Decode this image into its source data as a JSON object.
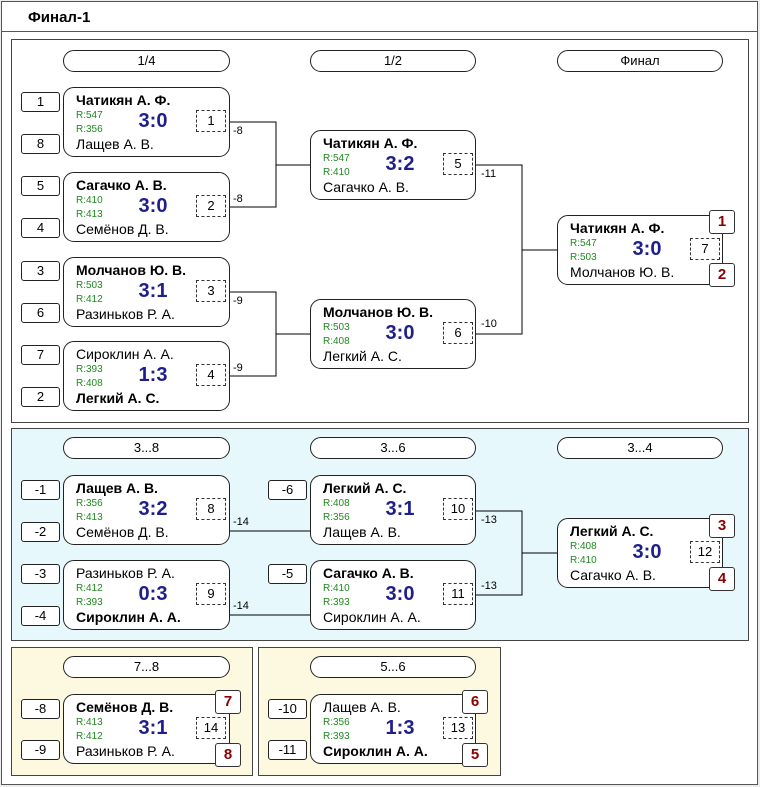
{
  "page": {
    "title": "Финал-1"
  },
  "stages": {
    "r1": "1/4",
    "r2": "1/2",
    "r3": "Финал",
    "c1": "3...8",
    "c2": "3...6",
    "c3": "3...4",
    "p78": "7...8",
    "p56": "5...6"
  },
  "seeds": {
    "m1a": "1",
    "m1b": "8",
    "m2a": "5",
    "m2b": "4",
    "m3a": "3",
    "m3b": "6",
    "m4a": "7",
    "m4b": "2",
    "c8a": "-1",
    "c8b": "-2",
    "c9a": "-3",
    "c9b": "-4",
    "c10a": "-6",
    "c11a": "-5",
    "p14a": "-8",
    "p14b": "-9",
    "p13a": "-10",
    "p13b": "-11"
  },
  "matches": {
    "m1": {
      "p1": "Чатикян А. Ф.",
      "r1": "R:547",
      "p2": "Лащев А. В.",
      "r2": "R:356",
      "score": "3:0",
      "no": "1",
      "drop": "-8"
    },
    "m2": {
      "p1": "Сагачко А. В.",
      "r1": "R:410",
      "p2": "Семёнов Д. В.",
      "r2": "R:413",
      "score": "3:0",
      "no": "2",
      "drop": "-8"
    },
    "m3": {
      "p1": "Молчанов Ю. В.",
      "r1": "R:503",
      "p2": "Разиньков Р. А.",
      "r2": "R:412",
      "score": "3:1",
      "no": "3",
      "drop": "-9"
    },
    "m4": {
      "p1": "Сироклин А. А.",
      "r1": "R:393",
      "p2": "Легкий А. С.",
      "r2": "R:408",
      "score": "1:3",
      "no": "4",
      "drop": "-9"
    },
    "m5": {
      "p1": "Чатикян А. Ф.",
      "r1": "R:547",
      "p2": "Сагачко А. В.",
      "r2": "R:410",
      "score": "3:2",
      "no": "5",
      "drop": "-11"
    },
    "m6": {
      "p1": "Молчанов Ю. В.",
      "r1": "R:503",
      "p2": "Легкий А. С.",
      "r2": "R:408",
      "score": "3:0",
      "no": "6",
      "drop": "-10"
    },
    "m7": {
      "p1": "Чатикян А. Ф.",
      "r1": "R:547",
      "p2": "Молчанов Ю. В.",
      "r2": "R:503",
      "score": "3:0",
      "no": "7",
      "place1": "1",
      "place2": "2"
    },
    "m8": {
      "p1": "Лащев А. В.",
      "r1": "R:356",
      "p2": "Семёнов Д. В.",
      "r2": "R:413",
      "score": "3:2",
      "no": "8",
      "drop": "-14"
    },
    "m9": {
      "p1": "Разиньков Р. А.",
      "r1": "R:412",
      "p2": "Сироклин А. А.",
      "r2": "R:393",
      "score": "0:3",
      "no": "9",
      "drop": "-14"
    },
    "m10": {
      "p1": "Легкий А. С.",
      "r1": "R:408",
      "p2": "Лащев А. В.",
      "r2": "R:356",
      "score": "3:1",
      "no": "10",
      "drop": "-13"
    },
    "m11": {
      "p1": "Сагачко А. В.",
      "r1": "R:410",
      "p2": "Сироклин А. А.",
      "r2": "R:393",
      "score": "3:0",
      "no": "11",
      "drop": "-13"
    },
    "m12": {
      "p1": "Легкий А. С.",
      "r1": "R:408",
      "p2": "Сагачко А. В.",
      "r2": "R:410",
      "score": "3:0",
      "no": "12",
      "place1": "3",
      "place2": "4"
    },
    "m14": {
      "p1": "Семёнов Д. В.",
      "r1": "R:413",
      "p2": "Разиньков Р. А.",
      "r2": "R:412",
      "score": "3:1",
      "no": "14",
      "place1": "7",
      "place2": "8"
    },
    "m13": {
      "p1": "Лащев А. В.",
      "r1": "R:356",
      "p2": "Сироклин А. А.",
      "r2": "R:393",
      "score": "1:3",
      "no": "13",
      "place1": "6",
      "place2": "5"
    }
  },
  "colors": {
    "consolation_bg": "#e6f8fb",
    "placement_bg": "#fcf9e0",
    "score": "#1f1f8c",
    "rating": "#1f8a1f",
    "place_number": "#8b0000"
  }
}
